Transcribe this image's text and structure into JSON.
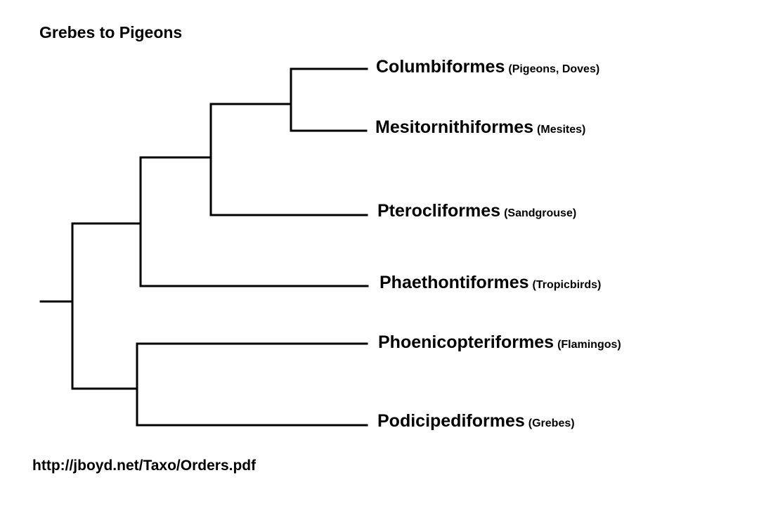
{
  "title": "Grebes to Pigeons",
  "source": "http://jboyd.net/Taxo/Orders.pdf",
  "line_color": "#000000",
  "taxa": [
    {
      "order": "Columbiformes",
      "common": "(Pigeons, Doves)"
    },
    {
      "order": "Mesitornithiformes",
      "common": "(Mesites)"
    },
    {
      "order": "Pterocliformes",
      "common": "(Sandgrouse)"
    },
    {
      "order": "Phaethontiformes",
      "common": "(Tropicbirds)"
    },
    {
      "order": "Phoenicopteriformes",
      "common": "(Flamingos)"
    },
    {
      "order": "Podicipediformes",
      "common": "(Grebes)"
    }
  ]
}
